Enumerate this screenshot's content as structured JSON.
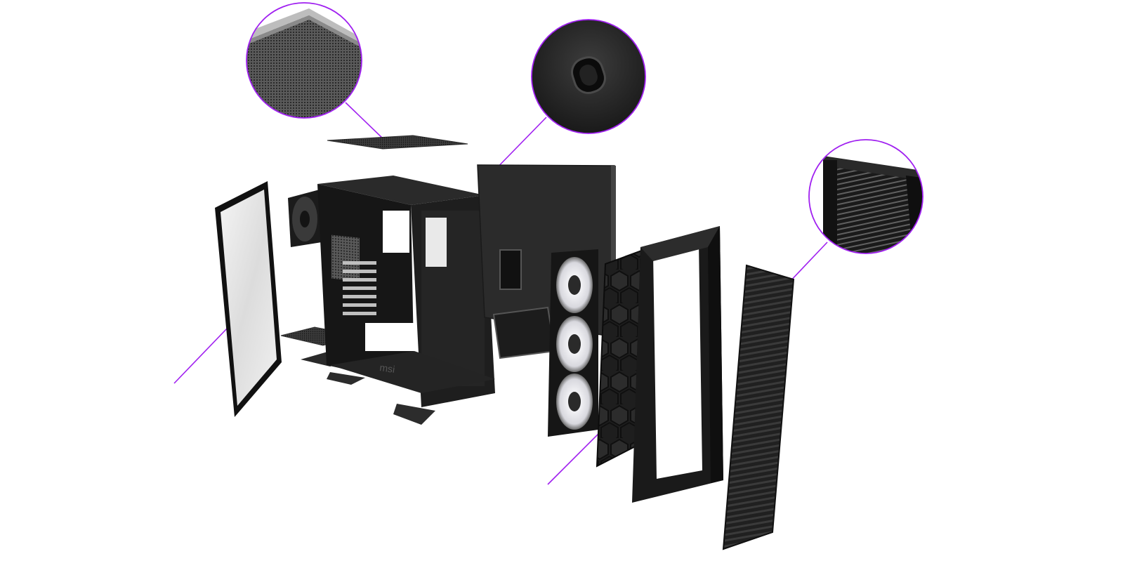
{
  "scene": {
    "subject": "exploded-pc-case",
    "brand_logo_text": "msi"
  },
  "colors": {
    "background": "#ffffff",
    "accent_purple": "#a020f0",
    "case_dark": "#1c1c1c",
    "case_mid": "#2e2e2e",
    "mesh_grey": "#7a7a7a",
    "fan_glow": "#e6e6ea"
  },
  "callouts": [
    {
      "id": "top-mesh-filter",
      "detail": "mesh-texture"
    },
    {
      "id": "side-panel-cutout",
      "detail": "cable-grommet"
    },
    {
      "id": "front-panel-vents",
      "detail": "vent-grille"
    }
  ]
}
